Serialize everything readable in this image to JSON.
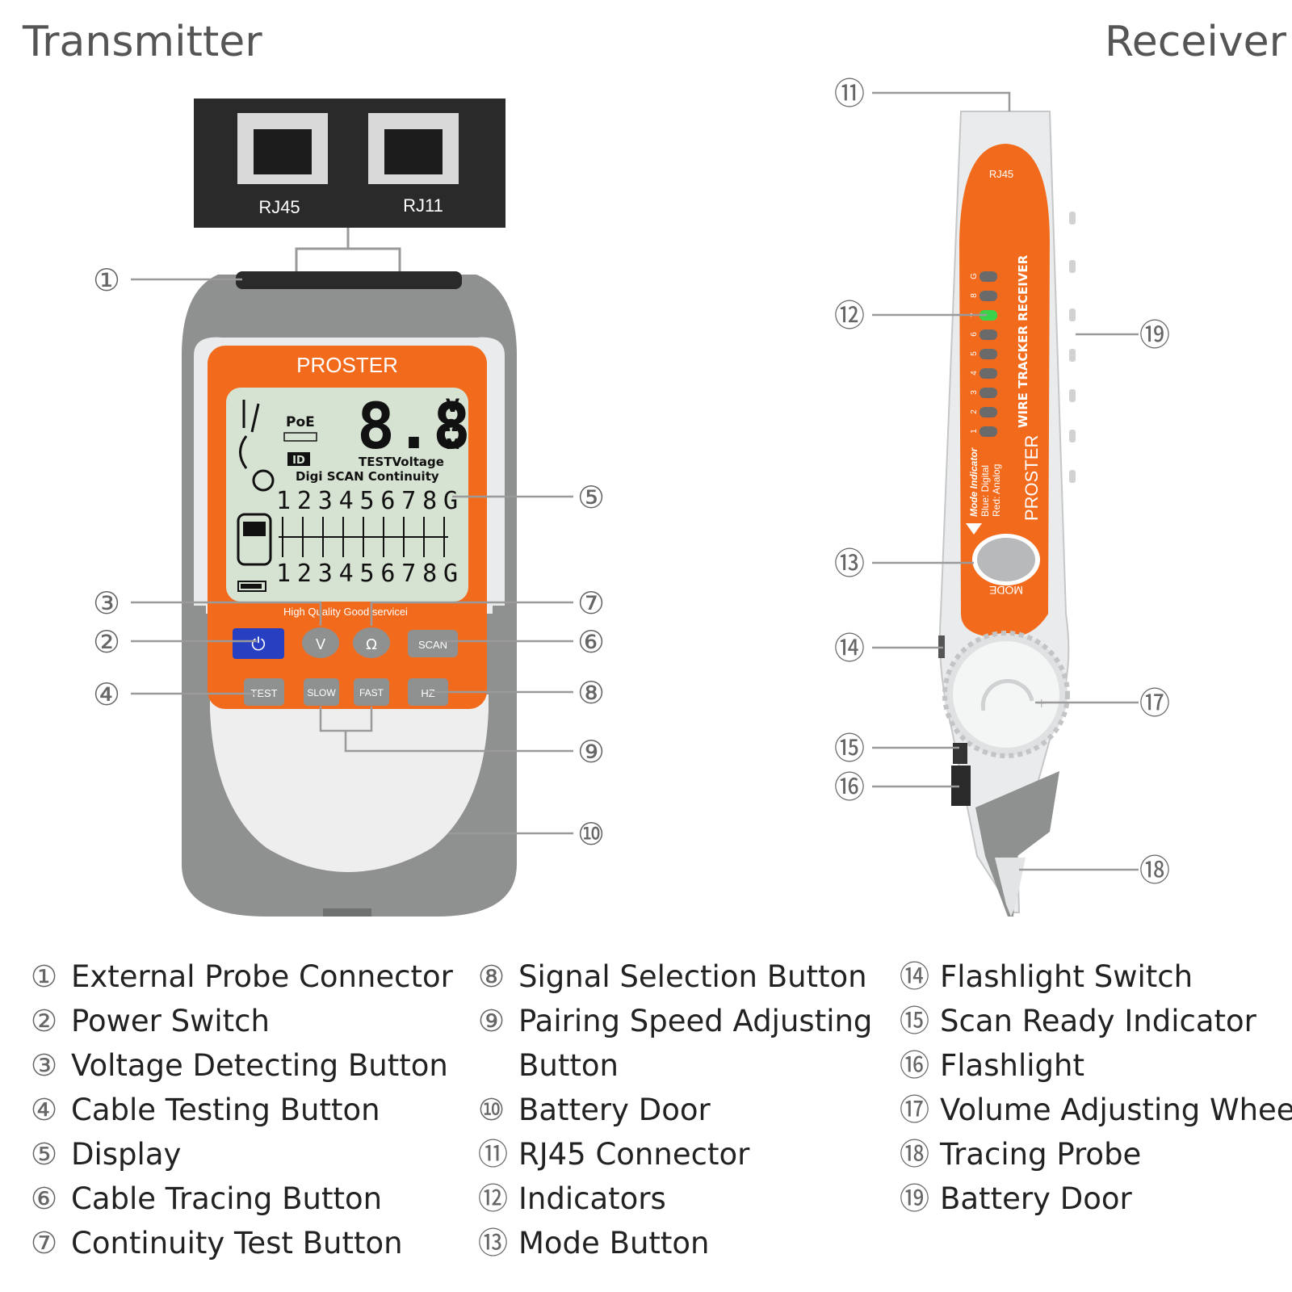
{
  "headers": {
    "transmitter": "Transmitter",
    "receiver": "Receiver"
  },
  "colors": {
    "orange": "#f26b1d",
    "gray": "#8f9090",
    "lightgray": "#e9ebec",
    "lcd": "#d6e2d2",
    "blue": "#2740c2",
    "line": "#9a9a9a"
  },
  "transmitter": {
    "port_labels": [
      "RJ45",
      "RJ11"
    ],
    "brand": "PROSTER",
    "lcd": {
      "big_digits": "8.8",
      "units": [
        "V",
        "Ω",
        "M"
      ],
      "poe": "PoE",
      "id": "ID",
      "status": "TESTVoltage",
      "modes": "Digi SCAN Continuity",
      "pins_top": "12345678G",
      "pins_bottom": "12345678G"
    },
    "slogan": "High Quality Good servicei",
    "buttons": {
      "power_icon": "power-icon",
      "v": "V",
      "ohm": "Ω",
      "scan": "SCAN",
      "test": "TEST",
      "slow": "SLOW",
      "fast": "FAST",
      "hz": "HZ"
    }
  },
  "receiver": {
    "rj45": "RJ45",
    "product": "WIRE TRACKER RECEIVER",
    "brand": "PROSTER",
    "indicator_labels": [
      "G",
      "8",
      "7",
      "6",
      "5",
      "4",
      "3",
      "2",
      "1"
    ],
    "mode_indicator": [
      "Mode Indicator",
      "Blue: Digital",
      "Red: Analog"
    ],
    "mode_label": "MODE"
  },
  "callouts": [
    "①",
    "②",
    "③",
    "④",
    "⑤",
    "⑥",
    "⑦",
    "⑧",
    "⑨",
    "⑩",
    "⑪",
    "⑫",
    "⑬",
    "⑭",
    "⑮",
    "⑯",
    "⑰",
    "⑱",
    "⑲"
  ],
  "legend": {
    "col1": [
      {
        "num": "①",
        "text": "External Probe Connector"
      },
      {
        "num": "②",
        "text": "Power Switch"
      },
      {
        "num": "③",
        "text": "Voltage Detecting Button"
      },
      {
        "num": "④",
        "text": "Cable Testing Button"
      },
      {
        "num": "⑤",
        "text": "Display"
      },
      {
        "num": "⑥",
        "text": "Cable Tracing Button"
      },
      {
        "num": "⑦",
        "text": "Continuity Test Button"
      }
    ],
    "col2": [
      {
        "num": "⑧",
        "text": "Signal Selection Button"
      },
      {
        "num": "⑨",
        "text": "Pairing Speed Adjusting",
        "cont": "Button"
      },
      {
        "num": "⑩",
        "text": "Battery Door"
      },
      {
        "num": "⑪",
        "text": "RJ45 Connector"
      },
      {
        "num": "⑫",
        "text": "Indicators"
      },
      {
        "num": "⑬",
        "text": "Mode Button"
      }
    ],
    "col3": [
      {
        "num": "⑭",
        "text": "Flashlight Switch"
      },
      {
        "num": "⑮",
        "text": "Scan Ready Indicator"
      },
      {
        "num": "⑯",
        "text": "Flashlight"
      },
      {
        "num": "⑰",
        "text": "Volume Adjusting Wheel"
      },
      {
        "num": "⑱",
        "text": "Tracing Probe"
      },
      {
        "num": "⑲",
        "text": "Battery Door"
      }
    ]
  }
}
